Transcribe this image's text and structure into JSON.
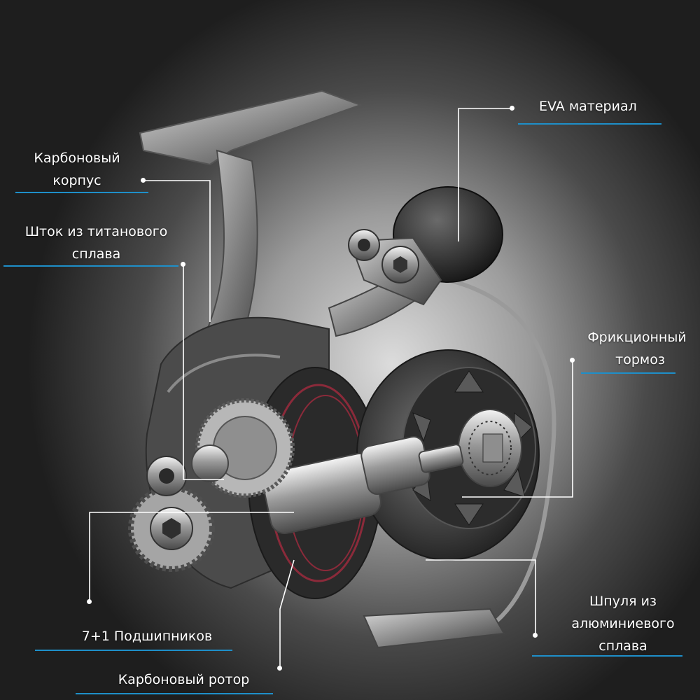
{
  "labels": {
    "eva": [
      "EVA материал"
    ],
    "body": [
      "Карбоновый",
      "корпус"
    ],
    "shaft": [
      "Шток из титанового",
      "сплава"
    ],
    "drag": [
      "Фрикционный",
      "тормоз"
    ],
    "bearings": [
      "7+1 Подшипников"
    ],
    "spool": [
      "Шпуля из",
      "алюминиевого",
      "сплава"
    ],
    "rotor": [
      "Карбоновый ротор"
    ]
  },
  "colors": {
    "accent_line": "#1e8fc9",
    "text": "#ffffff",
    "leader_line": "#ffffff"
  }
}
